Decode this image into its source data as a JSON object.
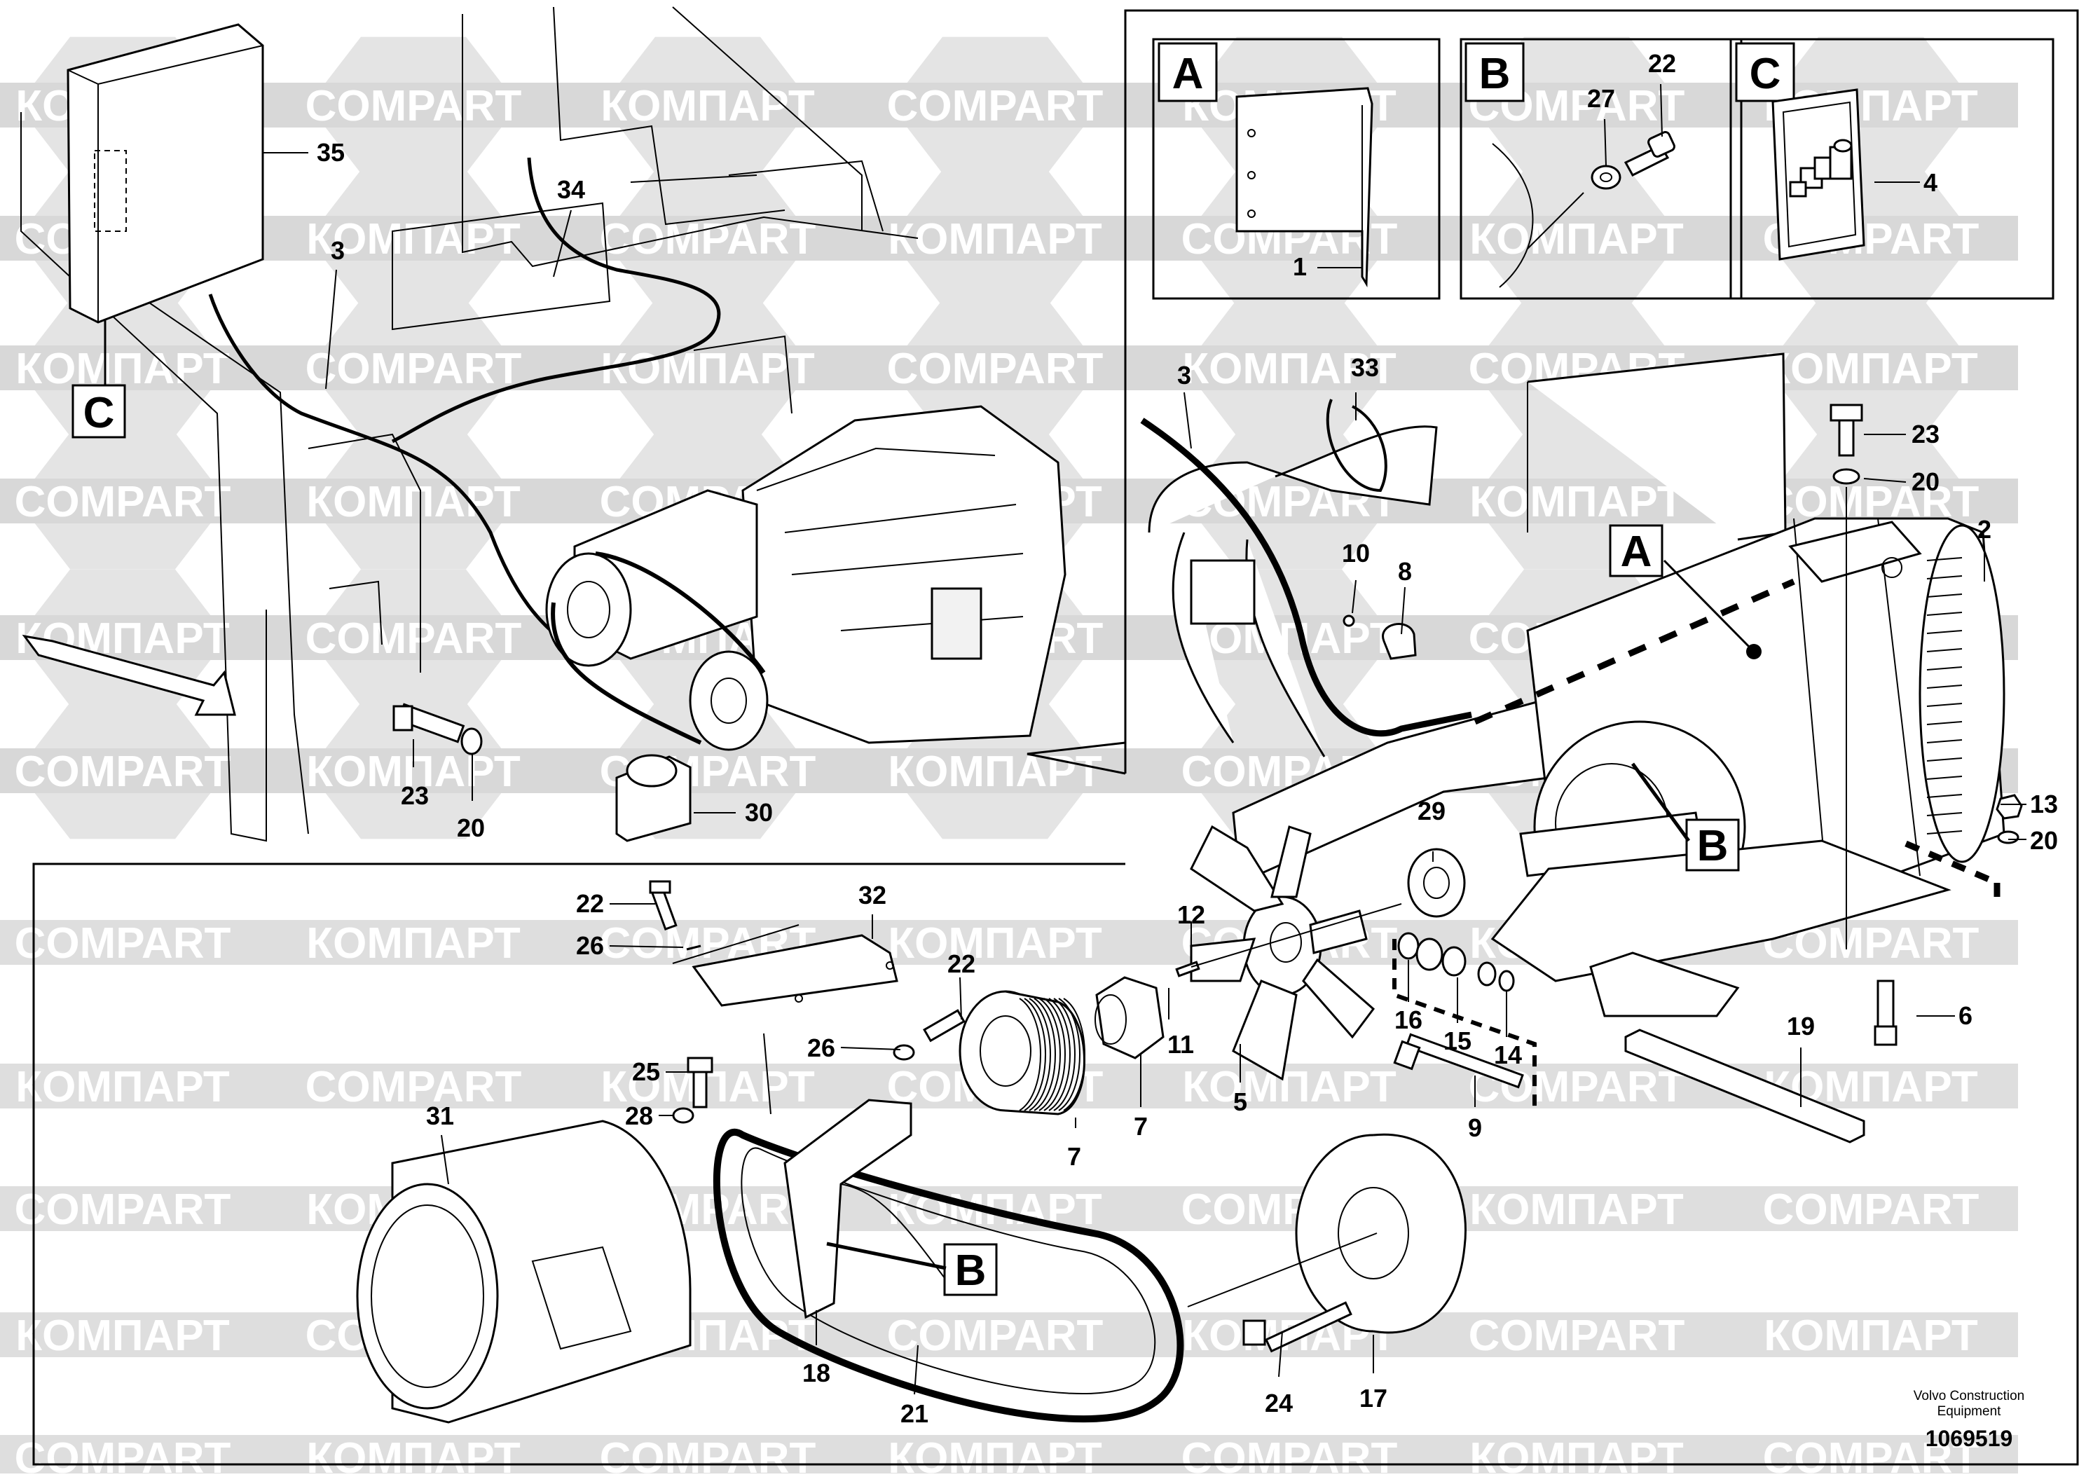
{
  "watermarks": [
    "КОМПАРТ",
    "COMPART"
  ],
  "detail_boxes": [
    {
      "letter": "A",
      "callouts": [
        "1"
      ]
    },
    {
      "letter": "B",
      "callouts": [
        "27",
        "22"
      ]
    },
    {
      "letter": "C",
      "callouts": [
        "4"
      ]
    }
  ],
  "reference_flags": {
    "a": "A",
    "b": "B",
    "c": "C"
  },
  "callouts": [
    "1",
    "2",
    "3",
    "4",
    "5",
    "6",
    "7",
    "8",
    "9",
    "10",
    "11",
    "12",
    "13",
    "14",
    "15",
    "16",
    "17",
    "18",
    "19",
    "20",
    "21",
    "22",
    "23",
    "24",
    "25",
    "26",
    "27",
    "28",
    "29",
    "30",
    "31",
    "32",
    "33",
    "34",
    "35"
  ],
  "footer": {
    "line1": "Volvo Construction",
    "line2": "Equipment",
    "doc_number": "1069519"
  }
}
